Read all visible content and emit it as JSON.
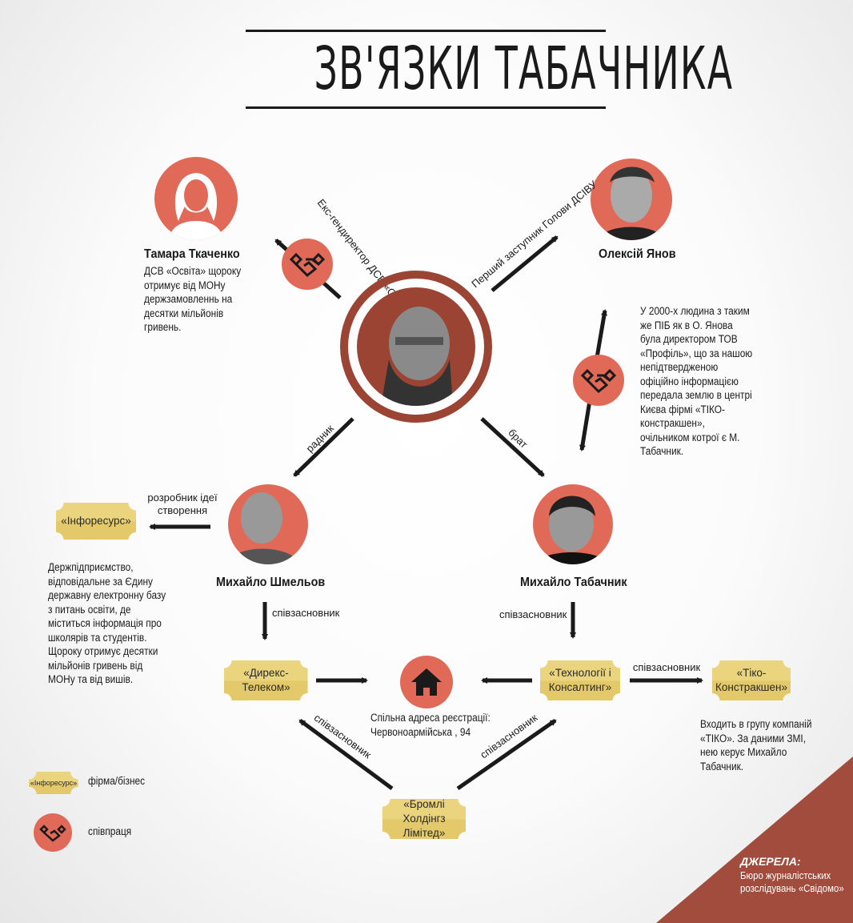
{
  "title": "ЗВ'ЯЗКИ ТАБАЧНИКА",
  "colors": {
    "accent": "#e06a57",
    "ring": "#9b4434",
    "plaque": "#ead47d",
    "corner": "#a24c3e",
    "line": "#1a1a1a"
  },
  "people": {
    "tkachenko": {
      "name": "Тамара Ткаченко",
      "desc": "ДСВ «Освіта» щороку отримує від МОНу держзамовленнь на десятки мільйонів гривень.",
      "icon": "female-silhouette-icon"
    },
    "yanov": {
      "name": "Олексій Янов",
      "note": "У 2000-х  людина з таким же ПІБ  як в О. Янова була директором ТОВ «Профіль», що за нашою непідтвердженою офіційно інформацією передала землю в центрі Києва фірмі «ТІКО-констракшен», очільником котрої є М. Табачник."
    },
    "shmelyov": {
      "name": "Михайло Шмельов"
    },
    "tabachnyk_m": {
      "name": "Михайло Табачник"
    }
  },
  "relations": {
    "ex_director": "Екс-гендиректор ДСВ «Освіта»",
    "first_deputy": "Перший заступник Голови ДСІВУ",
    "advisor": "радник",
    "brother": "брат",
    "idea_developer": "розробник ідеї створення",
    "cofounder": "співзасновник"
  },
  "firms": {
    "inforesurs": {
      "label": "«Інфоресурс»",
      "desc": "Держпідприємство, відповідальне за Єдину державну електронну базу з питань освіти, де міститься інформація про школярів та студентів.  Щороку отримує десятки мільйонів гривень від МОНу та від вишів."
    },
    "dyreks": {
      "label": "«Дирекс-Телеком»"
    },
    "tekhnolohii": {
      "label": "«Технології і Консалтинг»"
    },
    "tiko": {
      "label": "«Тіко-Констракшен»",
      "desc": "Входить в групу компаній «ТІКО». За даними ЗМІ, нею керує Михайло Табачник."
    },
    "bromli": {
      "label": "«Бромлі Холдінгз Лімітед»"
    }
  },
  "address": {
    "text": "Спільна адреса реєстрації: Червоноармійська , 94",
    "icon": "house-icon"
  },
  "legend": {
    "firm_sample": "«Інфоресурс»",
    "firm_label": "фірма/бізнес",
    "coop_label": "співпраця"
  },
  "sources": {
    "heading": "ДЖЕРЕЛА:",
    "text": "Бюро журналістських розслідувань «Свідомо»"
  }
}
